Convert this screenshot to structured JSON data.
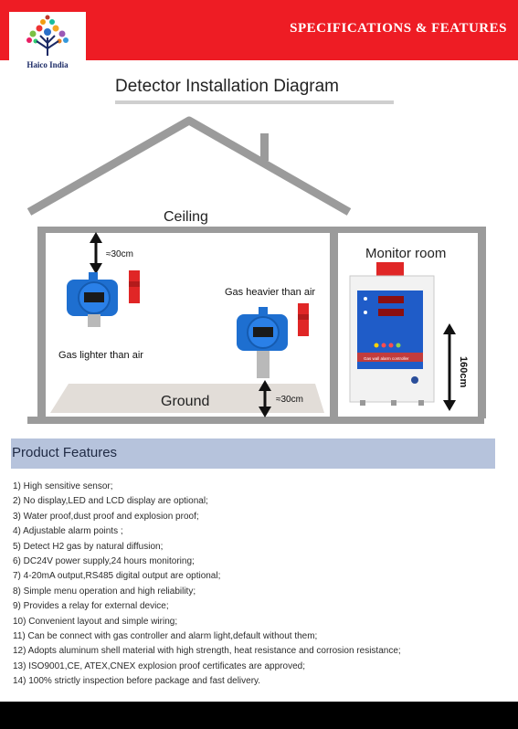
{
  "header": {
    "title": "SPECIFICATIONS & FEATURES",
    "brand": "Haico India"
  },
  "diagram": {
    "title": "Detector Installation Diagram",
    "ceiling_label": "Ceiling",
    "ground_label": "Ground",
    "monitor_room_label": "Monitor room",
    "top_distance": "≈30cm",
    "bottom_distance": "≈30cm",
    "monitor_height": "160cm",
    "lighter_label": "Gas lighter than air",
    "heavier_label": "Gas heavier than air",
    "panel_caption": "Gas wall alarm controller"
  },
  "colors": {
    "header_red": "#ee1c24",
    "house_gray": "#9b9b9b",
    "detector_blue": "#1e6fd0",
    "beacon_red": "#e02626",
    "section_bar": "#b6c3dc"
  },
  "features": {
    "title": "Product Features",
    "items": [
      "1) High sensitive sensor;",
      "2) No display,LED and LCD display are optional;",
      "3) Water proof,dust proof and explosion proof;",
      "4) Adjustable alarm points ;",
      "5) Detect H2 gas by natural diffusion;",
      "6) DC24V power supply,24 hours monitoring;",
      "7) 4-20mA output,RS485 digital output are optional;",
      "8) Simple menu operation and high reliability;",
      "9) Provides a relay for external device;",
      "10) Convenient layout and simple wiring;",
      "11) Can be connect with gas controller and alarm light,default without them;",
      "12) Adopts aluminum shell material with high strength, heat resistance and corrosion resistance;",
      "13) ISO9001,CE, ATEX,CNEX explosion proof certificates are approved;",
      "14) 100% strictly inspection before package and fast delivery."
    ]
  }
}
